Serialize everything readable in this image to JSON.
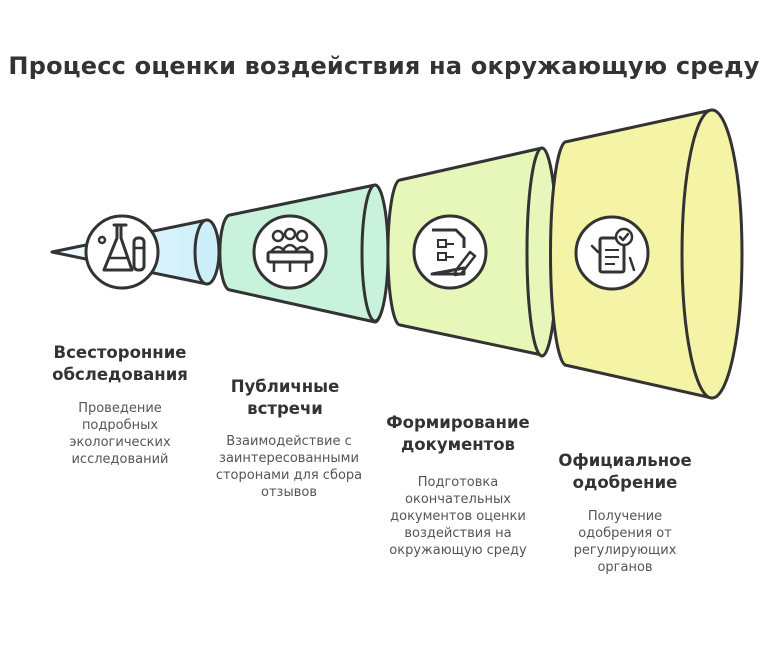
{
  "title": "Процесс оценки воздействия на окружающую среду",
  "colors": {
    "outline": "#333333",
    "stage1": "#cdeffa",
    "stage2": "#c8f2dc",
    "stage3": "#e6f7b9",
    "stage4": "#f5f3a6"
  },
  "stages": [
    {
      "title": "Всесторонние обследования",
      "description": "Проведение подробных экологических исследований",
      "icon": "lab-flasks-icon"
    },
    {
      "title": "Публичные встречи",
      "description": "Взаимодействие с заинтересованными сторонами для сбора отзывов",
      "icon": "meeting-icon"
    },
    {
      "title": "Формирование документов",
      "description": "Подготовка окончательных документов оценки воздействия на окружающую среду",
      "icon": "document-edit-icon"
    },
    {
      "title": "Официальное одобрение",
      "description": "Получение одобрения от регулирующих органов",
      "icon": "approval-checklist-icon"
    }
  ]
}
